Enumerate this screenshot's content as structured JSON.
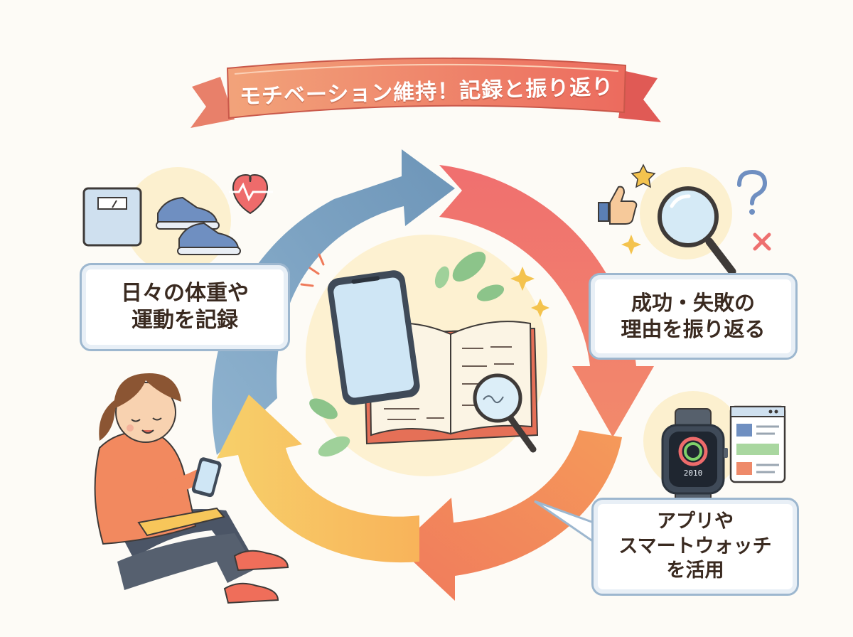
{
  "banner": {
    "title": "モチベーション維持！記録と振り返り"
  },
  "steps": [
    {
      "id": "record",
      "lines": [
        "日々の体重や",
        "運動を記録"
      ]
    },
    {
      "id": "reflect",
      "lines": [
        "成功・失敗の",
        "理由を振り返る"
      ]
    },
    {
      "id": "apps",
      "lines": [
        "アプリや",
        "スマートウォッチ",
        "を活用"
      ]
    }
  ],
  "watch": {
    "display": "2010"
  },
  "colors": {
    "banner": "#ee8a6a",
    "arrow_blue": "#7aa0bf",
    "arrow_red": "#ef7272",
    "arrow_orange": "#f2915a",
    "arrow_yellow": "#f7c65a",
    "box_border": "#9db7cf"
  }
}
